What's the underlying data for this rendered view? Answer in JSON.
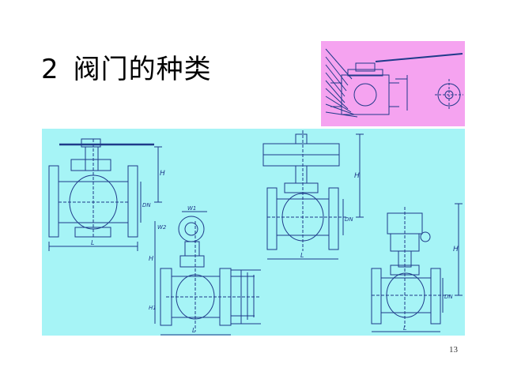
{
  "slide": {
    "title_number": "2",
    "title_text": "阀门的种类",
    "page_number": "13"
  },
  "colors": {
    "pink_panel": "#f5a3f0",
    "cyan_panel": "#a6f4f6",
    "line": "#1f3a8a"
  },
  "drawings": {
    "top_left_valve": {
      "dim_labels": [
        "H",
        "DN",
        "L"
      ]
    },
    "gear_valve": {
      "dim_labels": [
        "W1",
        "W2",
        "H",
        "H1",
        "L"
      ]
    },
    "actuator_valve_center": {
      "dim_labels": [
        "H",
        "DN",
        "L"
      ]
    },
    "actuator_valve_right": {
      "dim_labels": [
        "H",
        "DN",
        "L"
      ]
    }
  }
}
